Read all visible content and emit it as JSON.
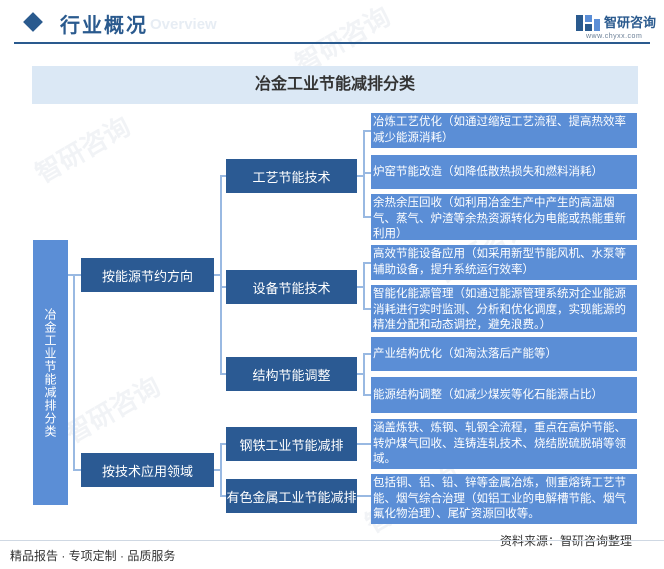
{
  "header": {
    "title": "行业概况",
    "ghost": "Overview",
    "logo_name": "智研咨询",
    "logo_url": "www.chyxx.com",
    "line_color": "#2a5a8e"
  },
  "diagram": {
    "title": "冶金工业节能减排分类",
    "root": "冶金工业节能减排分类",
    "level1": [
      {
        "label": "按能源节约方向"
      },
      {
        "label": "按技术应用领域"
      }
    ],
    "level2": [
      {
        "label": "工艺节能技术"
      },
      {
        "label": "设备节能技术"
      },
      {
        "label": "结构节能调整"
      },
      {
        "label": "钢铁工业节能减排"
      },
      {
        "label": "有色金属工业节能减排"
      }
    ],
    "leaves": [
      {
        "text": "冶炼工艺优化（如通过缩短工艺流程、提高热效率减少能源消耗）"
      },
      {
        "text": "炉窑节能改造（如降低散热损失和燃料消耗）"
      },
      {
        "text": "余热余压回收（如利用冶金生产中产生的高温烟气、蒸气、炉渣等余热资源转化为电能或热能重新利用）"
      },
      {
        "text": "高效节能设备应用（如采用新型节能风机、水泵等辅助设备，提升系统运行效率）"
      },
      {
        "text": "智能化能源管理（如通过能源管理系统对企业能源消耗进行实时监测、分析和优化调度，实现能源的精准分配和动态调控，避免浪费。）"
      },
      {
        "text": "产业结构优化（如淘汰落后产能等）"
      },
      {
        "text": "能源结构调整（如减少煤炭等化石能源占比）"
      },
      {
        "text": "涵盖炼铁、炼钢、轧钢全流程，重点在高炉节能、转炉煤气回收、连铸连轧技术、烧结脱硫脱硝等领域。"
      },
      {
        "text": "包括铜、铝、铅、锌等金属冶炼，侧重熔铸工艺节能、烟气综合治理（如铝工业的电解槽节能、烟气氟化物治理）、尾矿资源回收等。"
      }
    ],
    "colors": {
      "dark_box": "#2b5a93",
      "light_box": "#5b8ed6",
      "connector": "#99b9e2",
      "title_bg": "#dbe8f5"
    }
  },
  "footer": {
    "source": "资料来源：智研咨询整理",
    "tagline": "精品报告 · 专项定制 · 品质服务"
  },
  "watermark": "智研咨询"
}
